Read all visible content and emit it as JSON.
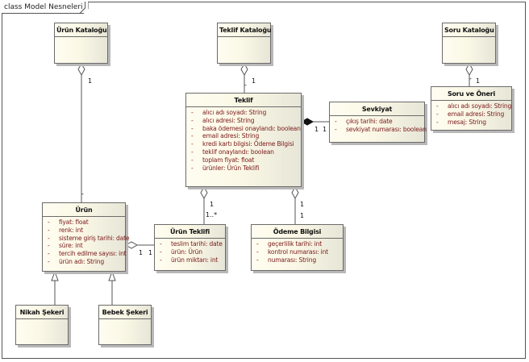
{
  "frame": {
    "title": "class Model Nesneleri"
  },
  "classes": {
    "urun_katalogu": {
      "name": "Ürün Kataloğu",
      "attributes": []
    },
    "teklif_katalogu": {
      "name": "Teklif Kataloğu",
      "attributes": []
    },
    "soru_katalogu": {
      "name": "Soru Kataloğu",
      "attributes": []
    },
    "teklif": {
      "name": "Teklif",
      "attributes": [
        {
          "vis": "-",
          "text": "alıcı adı soyadı: String"
        },
        {
          "vis": "-",
          "text": "alıcı adresi: String"
        },
        {
          "vis": "-",
          "text": "baka ödemesi onaylandı: boolean"
        },
        {
          "vis": "-",
          "text": "email adresi: String"
        },
        {
          "vis": "-",
          "text": "kredi kartı bilgisi: Ödeme Bilgisi"
        },
        {
          "vis": "-",
          "text": "teklif onaylandı: boolean"
        },
        {
          "vis": "-",
          "text": "toplam fiyat: float"
        },
        {
          "vis": "-",
          "text": "ürünler: Ürün Teklifi"
        }
      ]
    },
    "sevkiyat": {
      "name": "Sevkiyat",
      "attributes": [
        {
          "vis": "-",
          "text": "çıkış tarihi: date"
        },
        {
          "vis": "-",
          "text": "sevkiyat numarası: boolean"
        }
      ]
    },
    "soru_ve_oneri": {
      "name": "Soru ve Öneri",
      "attributes": [
        {
          "vis": "-",
          "text": "alıcı adı soyadı: String"
        },
        {
          "vis": "-",
          "text": "email adresi: String"
        },
        {
          "vis": "-",
          "text": "mesaj: String"
        }
      ]
    },
    "urun": {
      "name": "Ürün",
      "attributes": [
        {
          "vis": "-",
          "text": "fiyat: float"
        },
        {
          "vis": "-",
          "text": "renk: int"
        },
        {
          "vis": "-",
          "text": "sisteme giriş tarihi: date"
        },
        {
          "vis": "-",
          "text": "süre: int"
        },
        {
          "vis": "-",
          "text": "tercih edilme sayısı: int"
        },
        {
          "vis": "-",
          "text": "ürün adı: String"
        }
      ]
    },
    "urun_teklifi": {
      "name": "Ürün Teklifi",
      "attributes": [
        {
          "vis": "-",
          "text": "teslim tarihi: date"
        },
        {
          "vis": "-",
          "text": "ürün: Ürün"
        },
        {
          "vis": "-",
          "text": "ürün miktarı: int"
        }
      ]
    },
    "odeme_bilgisi": {
      "name": "Ödeme Bilgisi",
      "attributes": [
        {
          "vis": "-",
          "text": "geçerlilik tarihi: int"
        },
        {
          "vis": "-",
          "text": "kontrol numarası: int"
        },
        {
          "vis": "-",
          "text": "numarası: String"
        }
      ]
    },
    "nikah_sekeri": {
      "name": "Nikah Şekeri",
      "attributes": []
    },
    "bebek_sekeri": {
      "name": "Bebek Şekeri",
      "attributes": []
    }
  },
  "multiplicities": {
    "urun_katalogu_end": "1",
    "urun_end_top": "-",
    "teklif_katalogu_end": "1",
    "teklif_end_top": "-",
    "soru_katalogu_end": "1",
    "soru_end_top": "-",
    "teklif_sevkiyat_a": "1",
    "teklif_sevkiyat_b": "1",
    "teklif_urunteklifi_a": "1",
    "teklif_urunteklifi_b": "1..*",
    "teklif_odeme_a": "1",
    "teklif_odeme_b": "1",
    "urun_urunteklifi_a": "1",
    "urun_urunteklifi_b": "1"
  }
}
